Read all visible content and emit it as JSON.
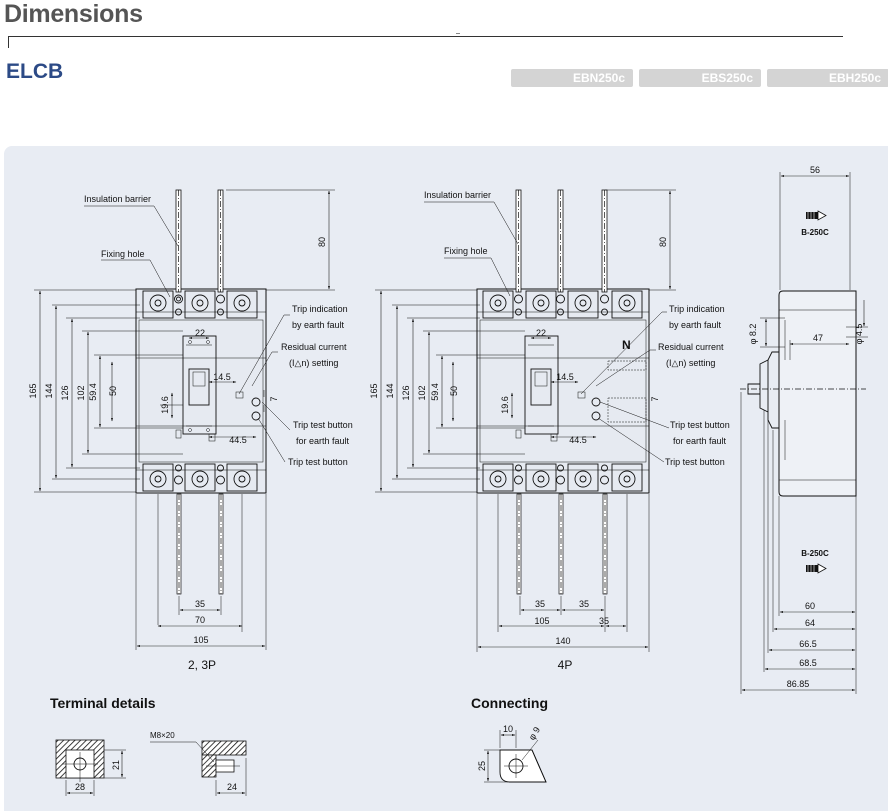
{
  "header": {
    "title": "Dimensions",
    "section": "ELCB"
  },
  "tabs": [
    "EBN250c",
    "EBS250c",
    "EBH250c"
  ],
  "left_view": {
    "caption": "2, 3P",
    "callouts": {
      "insulation_barrier": "Insulation barrier",
      "fixing_hole": "Fixing hole",
      "trip_indication_1": "Trip indication",
      "trip_indication_2": "by earth fault",
      "residual_1": "Residual current",
      "residual_2": "(I△n) setting",
      "test_earth_1": "Trip test button",
      "test_earth_2": "for earth fault",
      "test_button": "Trip test button"
    },
    "dims": {
      "h165": "165",
      "h144": "144",
      "h126": "126",
      "h102": "102",
      "h59_4": "59.4",
      "h50": "50",
      "h19_6": "19.6",
      "w22": "22",
      "w14_5": "14.5",
      "w44_5": "44.5",
      "h7": "7",
      "h80": "80",
      "w35": "35",
      "w70": "70",
      "w105": "105"
    }
  },
  "right_view": {
    "caption": "4P",
    "n_label": "N",
    "callouts": {
      "insulation_barrier": "Insulation barrier",
      "fixing_hole": "Fixing hole",
      "trip_indication_1": "Trip indication",
      "trip_indication_2": "by earth fault",
      "residual_1": "Residual current",
      "residual_2": "(I△n) setting",
      "test_earth_1": "Trip test button",
      "test_earth_2": "for earth fault",
      "test_button": "Trip test button"
    },
    "dims": {
      "h165": "165",
      "h144": "144",
      "h126": "126",
      "h102": "102",
      "h59_4": "59.4",
      "h50": "50",
      "h19_6": "19.6",
      "w22": "22",
      "w14_5": "14.5",
      "w44_5": "44.5",
      "h7": "7",
      "h80": "80",
      "w35a": "35",
      "w35b": "35",
      "w105": "105",
      "w35c": "35",
      "w140": "140"
    }
  },
  "side_view": {
    "model_top": "B-250C",
    "model_bottom": "B-250C",
    "dims": {
      "w56": "56",
      "d8_2": "φ 8.2",
      "w47": "47",
      "d4_5": "φ 4.5",
      "w60": "60",
      "w64": "64",
      "w66_5": "66.5",
      "w68_5": "68.5",
      "w86_85": "86.85"
    }
  },
  "terminal": {
    "title": "Terminal details",
    "screw": "M8×20",
    "w28": "28",
    "h21": "21",
    "w24": "24"
  },
  "connecting": {
    "title": "Connecting",
    "w10": "10",
    "d9": "φ 9",
    "h25": "25"
  }
}
